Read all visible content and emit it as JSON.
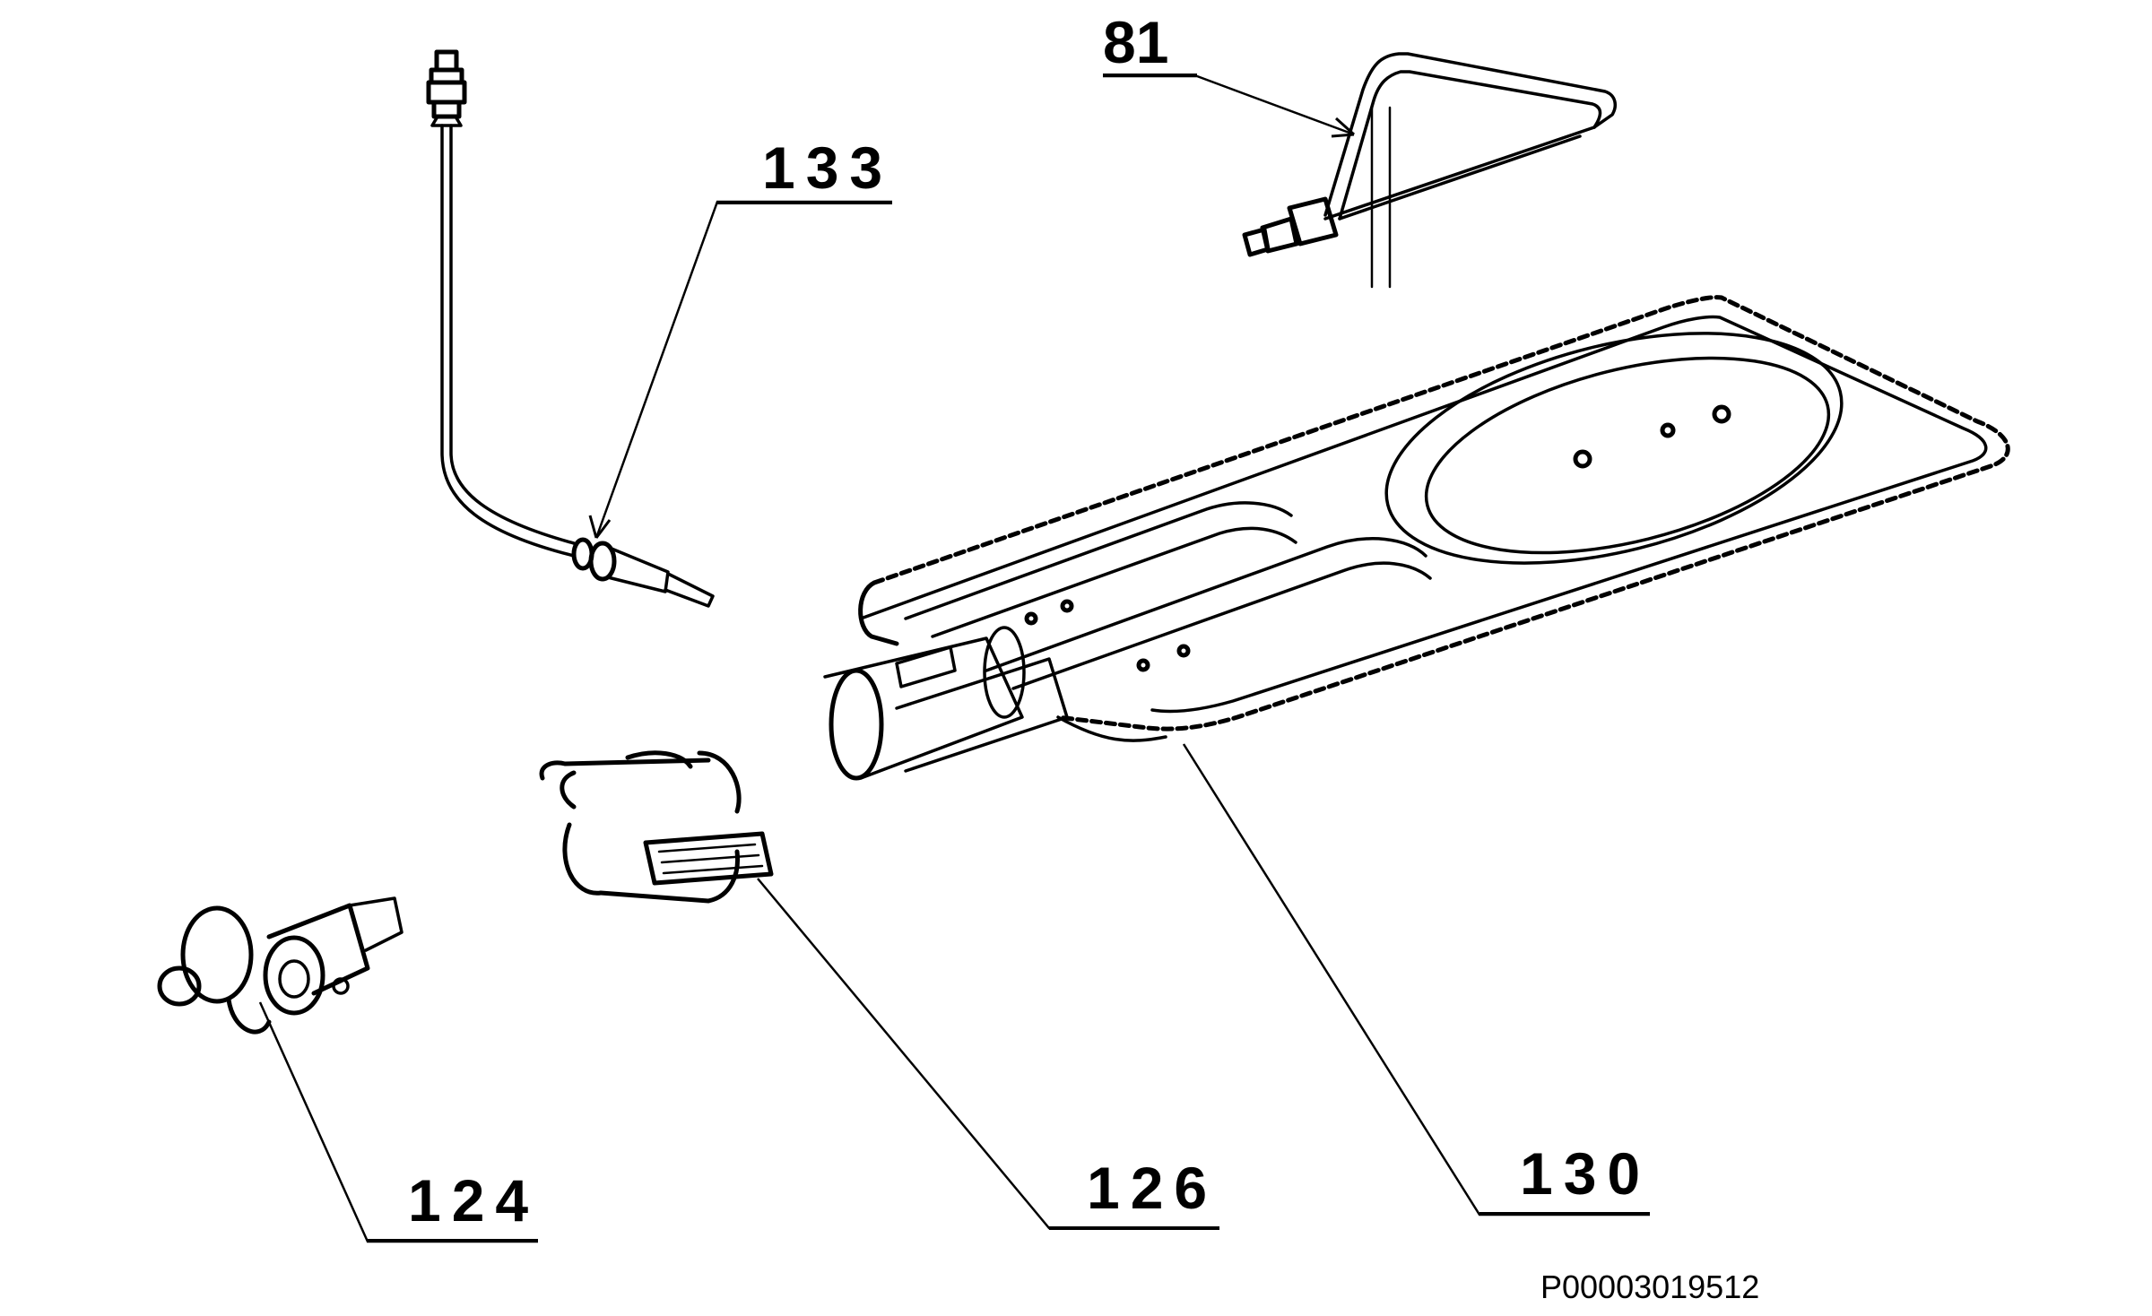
{
  "labels": {
    "p81": "81",
    "p133": "133",
    "p124": "124",
    "p126": "126",
    "p130": "130"
  },
  "reference_code": "P00003019512"
}
